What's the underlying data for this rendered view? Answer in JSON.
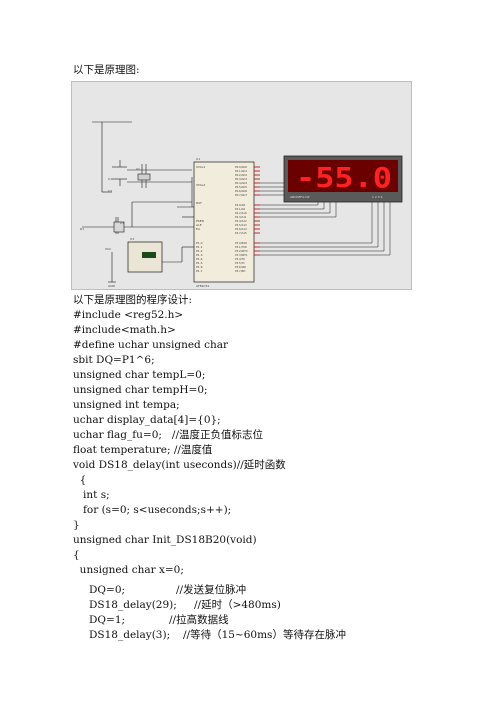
{
  "intro_label": "以下是原理图:",
  "schematic": {
    "display_readout": "-55.0",
    "colors": {
      "background": "#e6e6e6",
      "wire": "#1a1a1a",
      "led_on": "#ff2222",
      "led_panel": "#6a0000",
      "chip": "#f2ecdc",
      "pin": "#c00000"
    }
  },
  "code_label": "以下是原理图的程序设计:",
  "code_lines": [
    "#include <reg52.h>",
    "#include<math.h>",
    "#define uchar unsigned char",
    "sbit DQ=P1^6;",
    "unsigned char tempL=0;",
    "unsigned char tempH=0;",
    "unsigned int tempa;",
    "uchar display_data[4]={0};",
    "uchar flag_fu=0;   //温度正负值标志位",
    "float temperature; //温度值",
    "void DS18_delay(int useconds)//延时函数",
    "  {",
    "   int s;",
    "   for (s=0; s<useconds;s++);",
    "}",
    "unsigned char Init_DS18B20(void)",
    "{",
    "  unsigned char x=0;"
  ],
  "code_block2": [
    {
      "stmt": "DQ=0;",
      "comment": "//发送复位脉冲"
    },
    {
      "stmt": "DS18_delay(29);",
      "comment": "//延时（>480ms)"
    },
    {
      "stmt": "DQ=1;",
      "comment": "//拉高数据线"
    },
    {
      "stmt": "DS18_delay(3);",
      "comment": "//等待（15~60ms）等待存在脉冲"
    }
  ]
}
